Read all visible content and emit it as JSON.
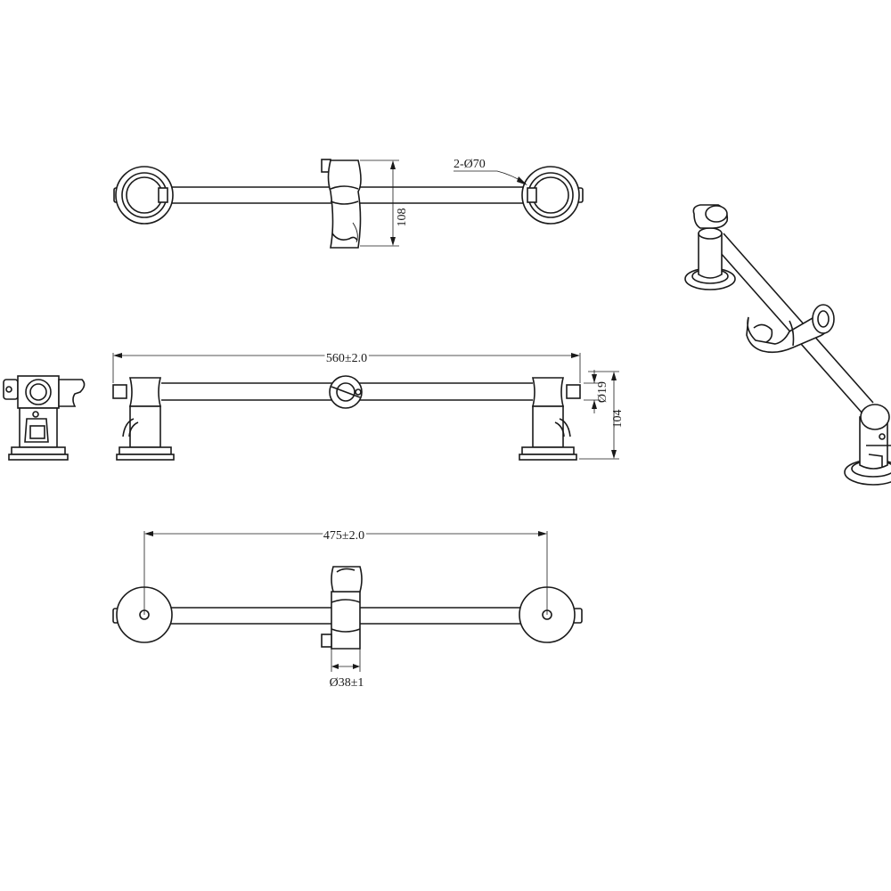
{
  "dimensions": {
    "flange_diameter": "2-Ø70",
    "slider_height": "108",
    "overall_length": "560±2.0",
    "tube_diameter": "Ø19",
    "projection": "104",
    "center_distance": "475±2.0",
    "slider_diameter": "Ø38±1"
  }
}
